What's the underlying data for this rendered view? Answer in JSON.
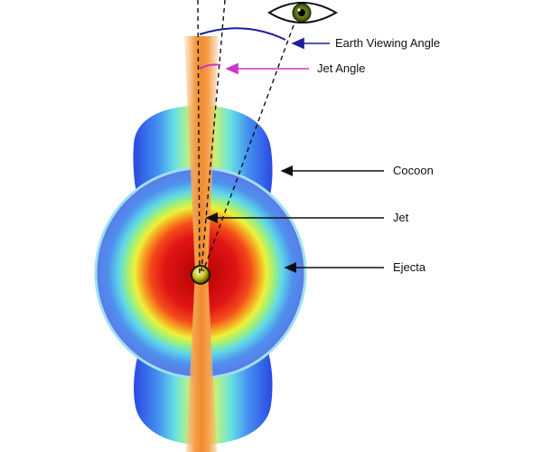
{
  "labels": {
    "earth_viewing_angle": "Earth Viewing Angle",
    "jet_angle": "Jet Angle",
    "cocoon": "Cocoon",
    "jet": "Jet",
    "ejecta": "Ejecta"
  },
  "icons": {
    "observer": "eye-icon",
    "source": "central-object-icon"
  },
  "colors": {
    "viewing_angle": "#1c1c9e",
    "jet_angle": "#cc33cc",
    "pointer": "#111111",
    "jet": "#f39a3a",
    "ejecta_core": "#e01010",
    "cocoon_outer": "#2046e8"
  }
}
